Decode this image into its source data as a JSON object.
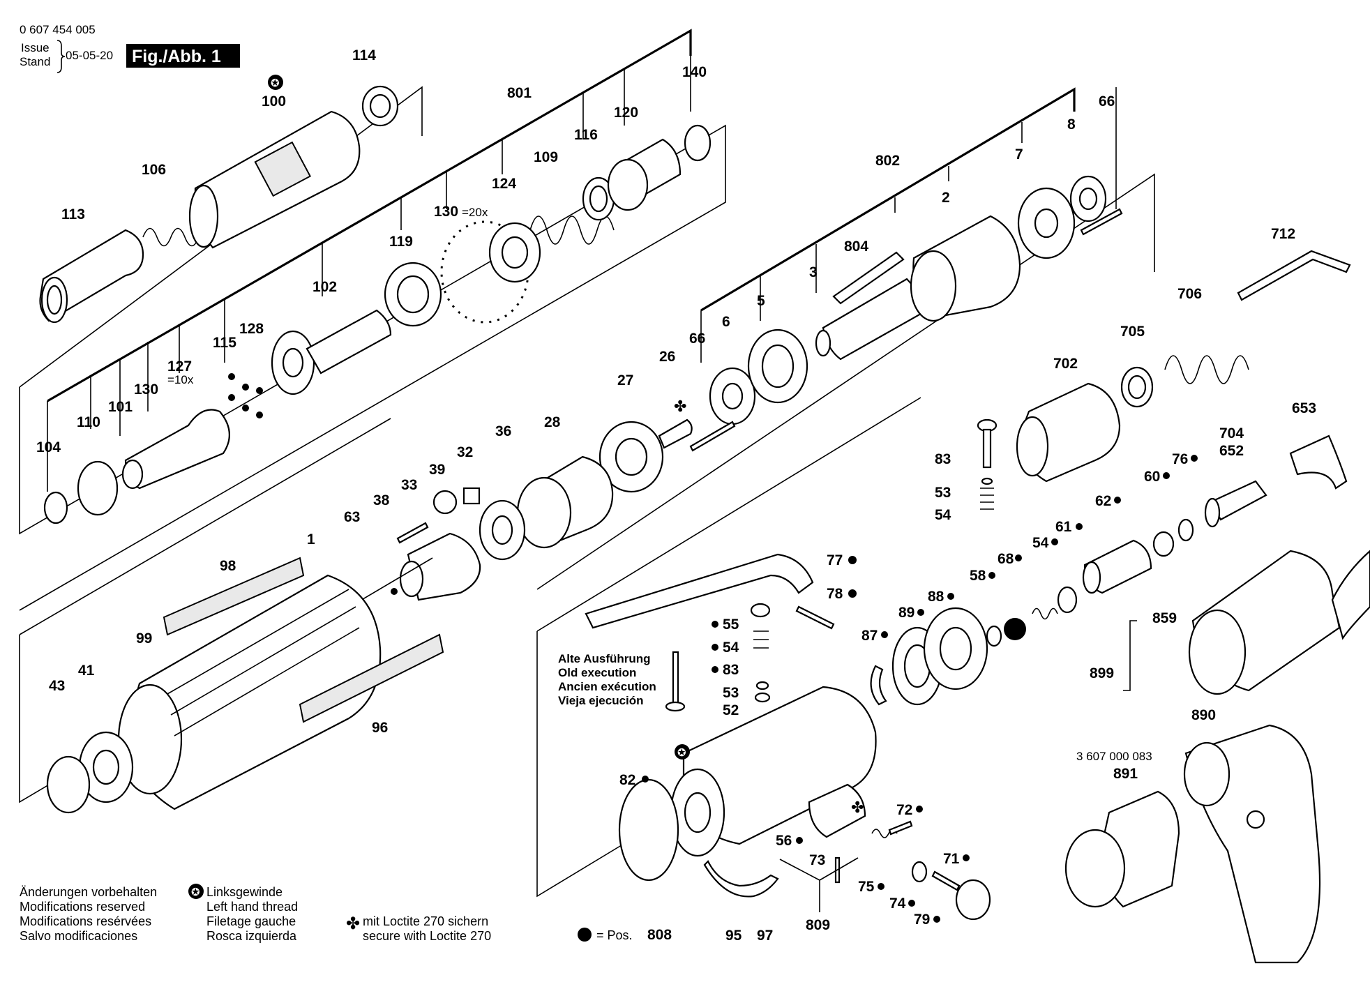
{
  "header": {
    "doc_number": "0 607 454 005",
    "issue_label": "Issue",
    "stand_label": "Stand",
    "date": "05-05-20",
    "fig_label": "Fig./Abb. 1"
  },
  "part_labels": {
    "p114": "114",
    "p100": "100",
    "p106": "106",
    "p113": "113",
    "p801": "801",
    "p140": "140",
    "p120": "120",
    "p116": "116",
    "p109": "109",
    "p124": "124",
    "p130a": "130",
    "p130a_qty": "=20x",
    "p119": "119",
    "p102": "102",
    "p128": "128",
    "p115": "115",
    "p127": "127",
    "p127_qty": "=10x",
    "p130b": "130",
    "p101": "101",
    "p110": "110",
    "p104": "104",
    "p802": "802",
    "p66a": "66",
    "p8": "8",
    "p7": "7",
    "p2": "2",
    "p804": "804",
    "p3": "3",
    "p5": "5",
    "p6": "6",
    "p66b": "66",
    "p26": "26",
    "p27": "27",
    "p28": "28",
    "p36": "36",
    "p32": "32",
    "p39": "39",
    "p33": "33",
    "p38": "38",
    "p63": "63",
    "p712": "712",
    "p706": "706",
    "p705": "705",
    "p702": "702",
    "p653": "653",
    "p704": "704",
    "p652": "652",
    "p76": "76",
    "p60": "60",
    "p62": "62",
    "p83a": "83",
    "p53a": "53",
    "p54a": "54",
    "p61": "61",
    "p54b": "54",
    "p68": "68",
    "p58": "58",
    "p88": "88",
    "p89": "89",
    "p87": "87",
    "p77": "77",
    "p78": "78",
    "p55": "55",
    "p54c": "54",
    "p83b": "83",
    "p53b": "53",
    "p52": "52",
    "p859": "859",
    "p899": "899",
    "p890": "890",
    "p891": "891",
    "p1": "1",
    "p98": "98",
    "p99": "99",
    "p96": "96",
    "p41": "41",
    "p43": "43",
    "p82": "82",
    "p72": "72",
    "p56": "56",
    "p73": "73",
    "p75": "75",
    "p71": "71",
    "p74": "74",
    "p79": "79",
    "p809": "809",
    "p95": "95",
    "p97": "97",
    "ref_number": "3 607 000 083"
  },
  "old_execution": {
    "de": "Alte Ausführung",
    "en": "Old execution",
    "fr": "Ancien exécution",
    "es": "Vieja ejecución"
  },
  "modifications": {
    "de": "Änderungen vorbehalten",
    "en": "Modifications reserved",
    "fr": "Modifications resérvées",
    "es": "Salvo modificaciones"
  },
  "left_hand_thread": {
    "de": "Linksgewinde",
    "en": "Left hand thread",
    "fr": "Filetage gauche",
    "es": "Rosca izquierda"
  },
  "loctite": {
    "de": "mit Loctite 270 sichern",
    "en": "secure with Loctite 270"
  },
  "pos_note": {
    "prefix": "= Pos.",
    "number": "808"
  },
  "icons": {
    "left_hand_thread": "star-in-circle-icon",
    "loctite": "club-icon",
    "pos_808": "filled-dot-icon"
  }
}
